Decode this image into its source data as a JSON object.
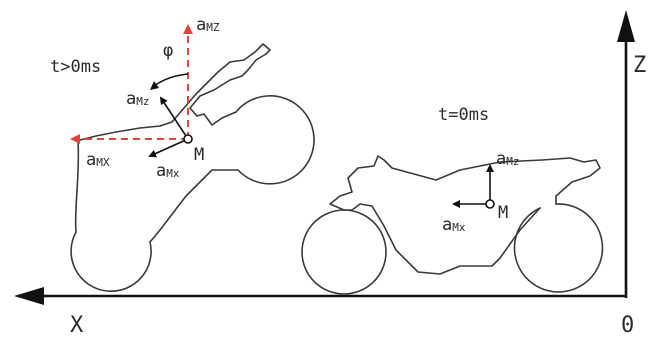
{
  "axes": {
    "x_label": "X",
    "z_label": "Z",
    "origin_label": "0"
  },
  "tilted_bike": {
    "time_label": "t>0ms",
    "angle_symbol": "φ",
    "point_label": "M",
    "vertical_ref": {
      "base": "a",
      "sub": "MZ"
    },
    "horizontal_ref": {
      "base": "a",
      "sub": "MX"
    },
    "body_z": {
      "base": "a",
      "sub": "Mz"
    },
    "body_x": {
      "base": "a",
      "sub": "Mx"
    }
  },
  "level_bike": {
    "time_label": "t=0ms",
    "point_label": "M",
    "body_z": {
      "base": "a",
      "sub": "Mz"
    },
    "body_x": {
      "base": "a",
      "sub": "Mx"
    }
  },
  "colors": {
    "line": "#3a3a3a",
    "axis": "#111111",
    "reference_dashed": "#e0443a"
  }
}
